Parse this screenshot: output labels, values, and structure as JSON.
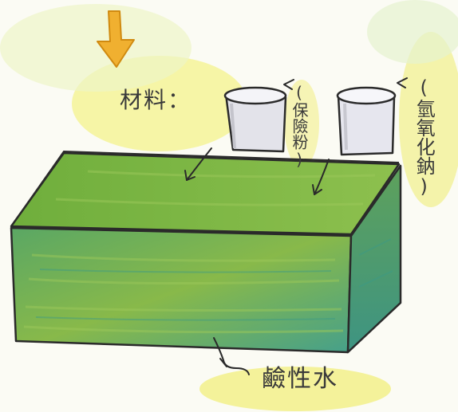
{
  "labels": {
    "materials": "材料：",
    "insurance_powder": "(保險粉)",
    "sodium_hydroxide": "(氫氧化鈉)",
    "alkaline_water": "鹼性水"
  },
  "colors": {
    "water_green": "#7fb045",
    "water_teal": "#3fa086",
    "highlight_yellow": "#f2f080",
    "arrow_orange": "#f0b030",
    "outline": "#2a2a2a"
  },
  "icons": [
    "down-arrow-icon",
    "powder-cup-icon",
    "sodium-hydroxide-cup-icon",
    "water-tank-icon"
  ]
}
